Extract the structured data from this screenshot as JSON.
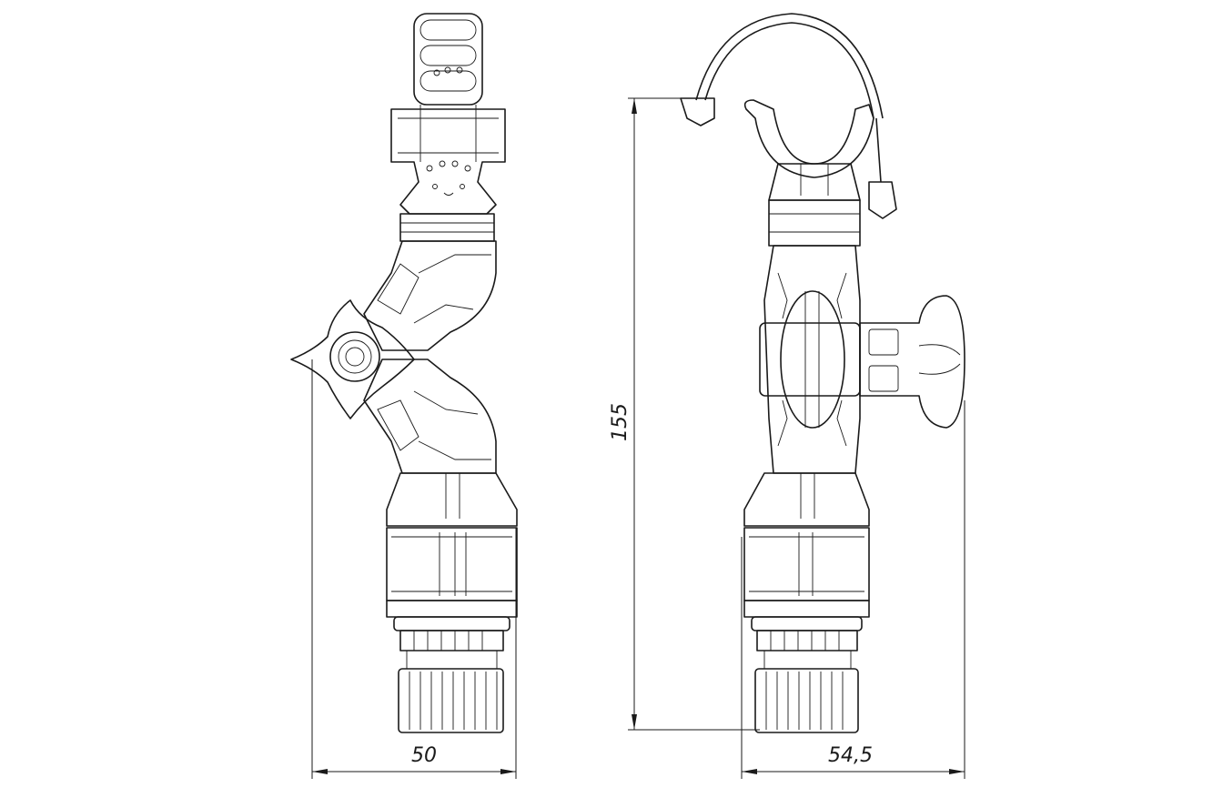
{
  "drawing": {
    "views": [
      "front-view",
      "side-view"
    ],
    "dimensions": {
      "front_width": "50",
      "overall_height": "155",
      "side_width": "54,5"
    }
  }
}
